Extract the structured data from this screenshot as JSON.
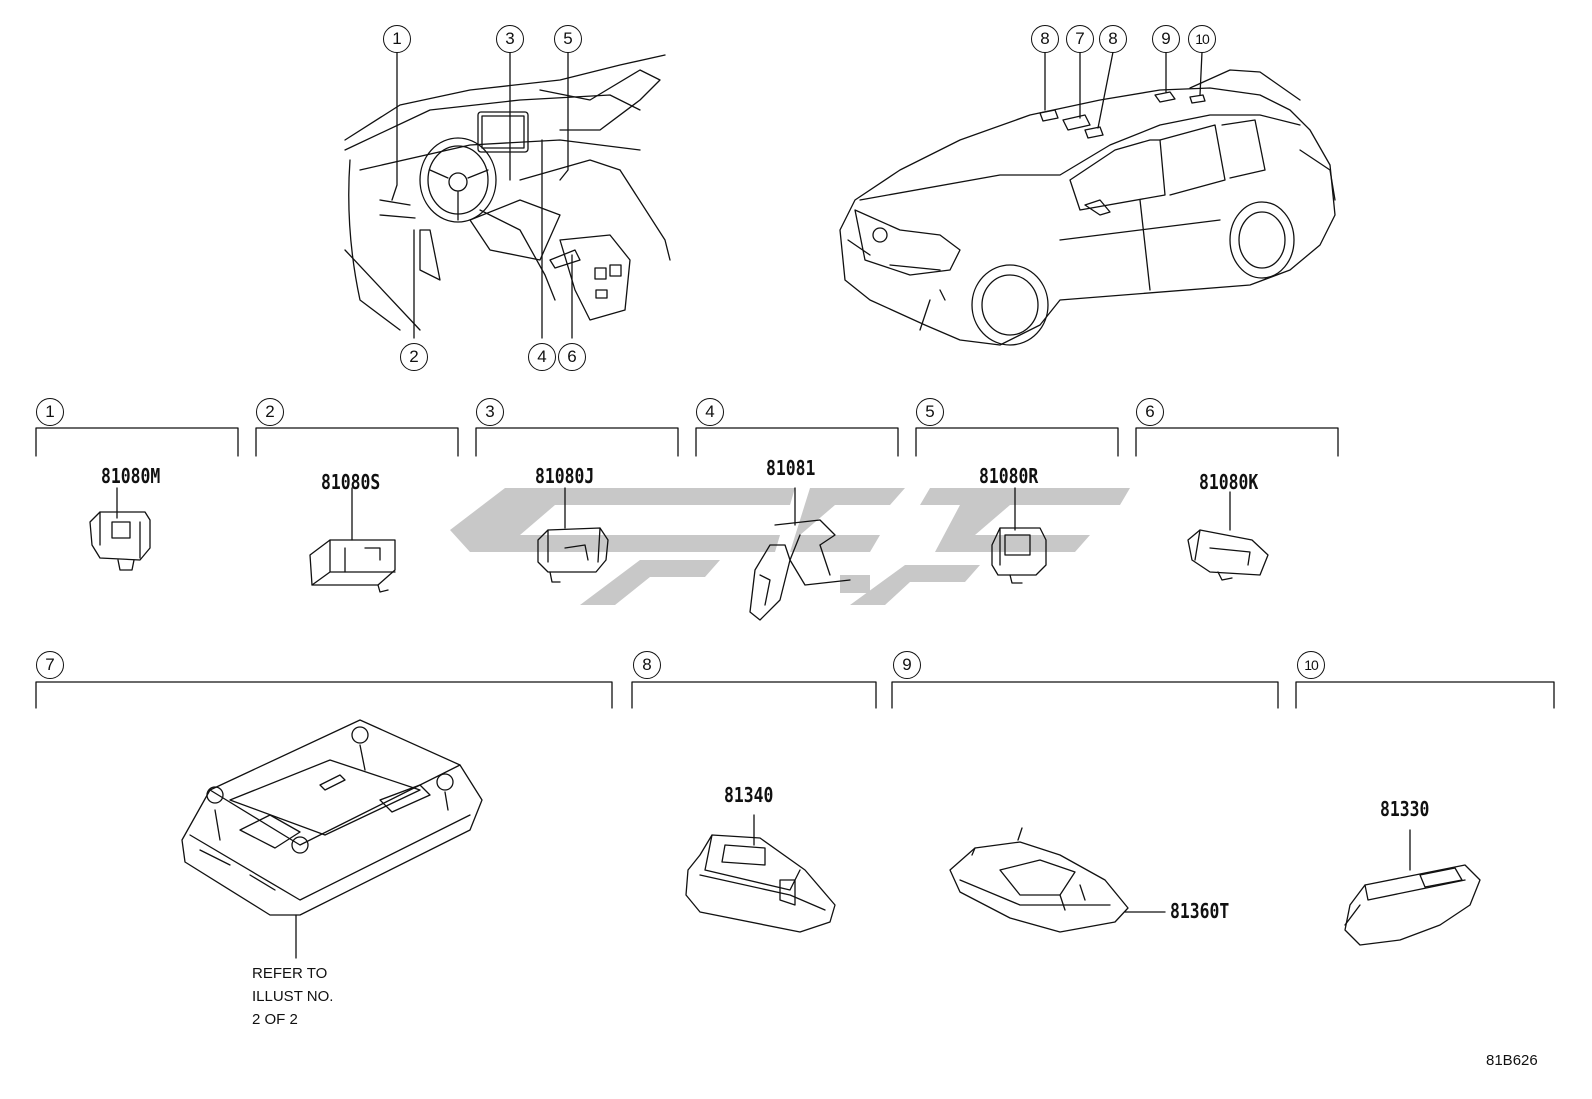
{
  "callouts": [
    {
      "id": "c1",
      "text": "1"
    },
    {
      "id": "c2",
      "text": "2"
    },
    {
      "id": "c3",
      "text": "3"
    },
    {
      "id": "c4",
      "text": "4"
    },
    {
      "id": "c5",
      "text": "5"
    },
    {
      "id": "c6",
      "text": "6"
    },
    {
      "id": "c7",
      "text": "7"
    },
    {
      "id": "c8",
      "text": "8"
    },
    {
      "id": "c9",
      "text": "9"
    },
    {
      "id": "c10",
      "text": "10"
    }
  ],
  "parts": {
    "p1": "81080M",
    "p2": "81080S",
    "p3": "81080J",
    "p4": "81081",
    "p5": "81080R",
    "p6": "81080K",
    "p8": "81340",
    "p9": "81360T",
    "p10": "81330"
  },
  "note": {
    "line1": "REFER TO",
    "line2": "ILLUST NO.",
    "line3": "2 OF 2"
  },
  "diagram_code": "81B626",
  "watermark_color": "#c8c8c8"
}
